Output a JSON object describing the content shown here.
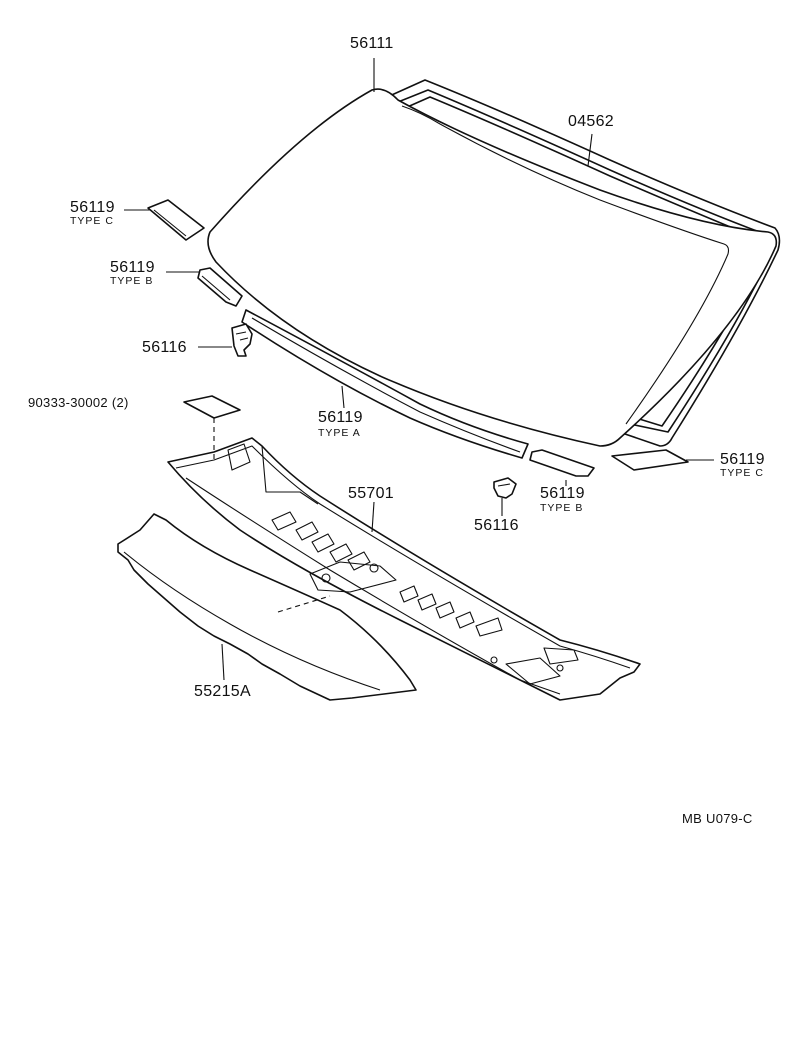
{
  "labels": {
    "windshield": "56111",
    "weatherstrip": "04562",
    "spacer_type_c_left": {
      "part": "56119",
      "type": "TYPE C"
    },
    "spacer_type_b_left": {
      "part": "56119",
      "type": "TYPE B"
    },
    "clip_left": "56116",
    "plug": "90333-30002 (2)",
    "spacer_type_a": {
      "part": "56119",
      "type": "TYPE A"
    },
    "spacer_type_c_right": {
      "part": "56119",
      "type": "TYPE C"
    },
    "spacer_type_b_right": {
      "part": "56119",
      "type": "TYPE B"
    },
    "clip_right": "56116",
    "cowl_panel": "55701",
    "cowl_seal": "55215A"
  },
  "footer": {
    "diagram_code": "MB U079-C"
  }
}
